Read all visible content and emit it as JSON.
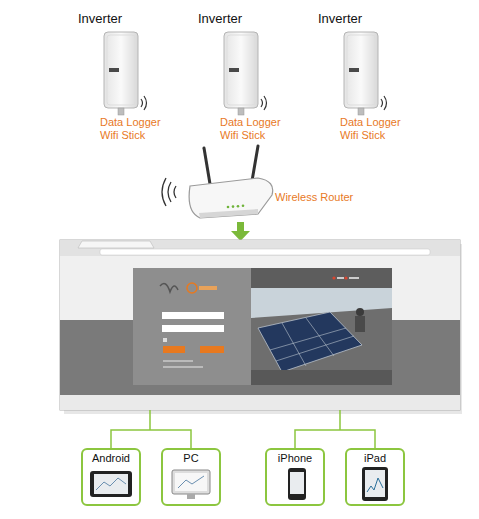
{
  "diagram": {
    "nodes": [
      {
        "text": [
          "Inverter",
          "Data Logger Wifi Stick"
        ]
      },
      {
        "text": [
          "Inverter",
          "Data Logger Wifi Stick"
        ]
      },
      {
        "text": [
          "Inverter",
          "Data Logger Wifi Stick"
        ]
      },
      {
        "text": [
          "Wireless Router"
        ]
      },
      {
        "text": [
          "Android"
        ]
      },
      {
        "text": [
          "PC"
        ]
      },
      {
        "text": [
          "iPhone"
        ]
      },
      {
        "text": [
          "iPad"
        ]
      }
    ]
  }
}
